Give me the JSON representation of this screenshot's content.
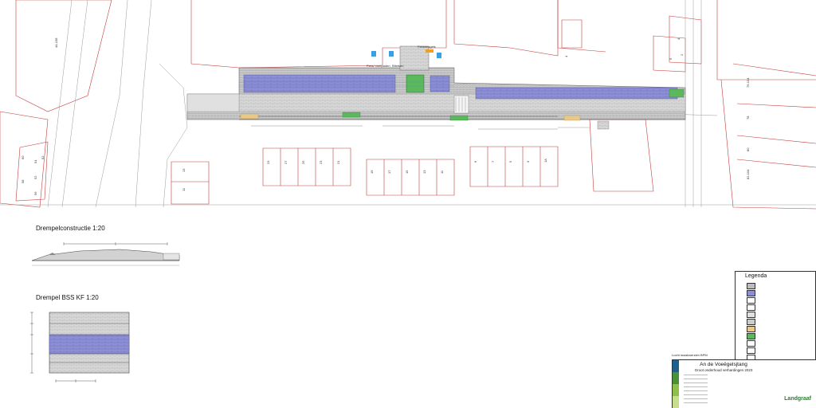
{
  "plan": {
    "buildings_top_right": [
      "4",
      "2",
      "4",
      "5",
      "76-104",
      "78",
      "80",
      "82-104"
    ],
    "buildings_left": [
      "44-158",
      "52",
      "54",
      "52",
      "56",
      "58",
      "60"
    ],
    "south_row_a": [
      "23",
      "27",
      "25",
      "23",
      "21"
    ],
    "south_row_b": [
      "19",
      "17",
      "15",
      "13",
      "11"
    ],
    "south_row_c": [
      "9",
      "7",
      "5",
      "3",
      "1A"
    ],
    "south_small": [
      "13",
      "11"
    ],
    "signs": [
      "Fietsbeugels",
      "Fiets/ voetpaden",
      "Bfietsen"
    ]
  },
  "sections": {
    "drempel_title": "Drempelconstructie 1:20",
    "drempel_bss_title": "Drempel BSS KF 1:20"
  },
  "legend": {
    "title": "Legenda",
    "colors": {
      "grey": "#bdbdbd",
      "purple": "#8c8fd4",
      "green": "#5cb85c",
      "sand": "#e8c98a",
      "blue": "#3a7bd5"
    }
  },
  "titleblock": {
    "note": "Lucht maatvoerzien BPM",
    "project": "An de Voeëgelsjtang",
    "subtitle": "Groot onderhoud verhardingen 2023",
    "logo": "Landgraaf"
  }
}
